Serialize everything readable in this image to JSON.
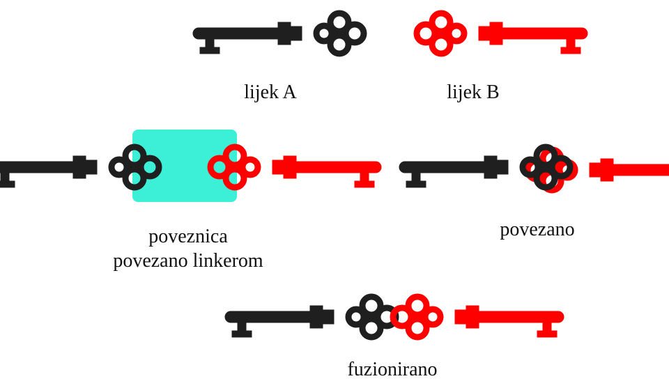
{
  "colors": {
    "drug_a": "#1f1f1f",
    "drug_b": "#ff0000",
    "linker": "#3cf0d8",
    "background": "#ffffff"
  },
  "labels": {
    "drug_a": "lijek A",
    "drug_b": "lijek B",
    "linker": "poveznica",
    "linked": "povezano linkerom",
    "conjugated": "povezano",
    "fused": "fuzionirano"
  }
}
